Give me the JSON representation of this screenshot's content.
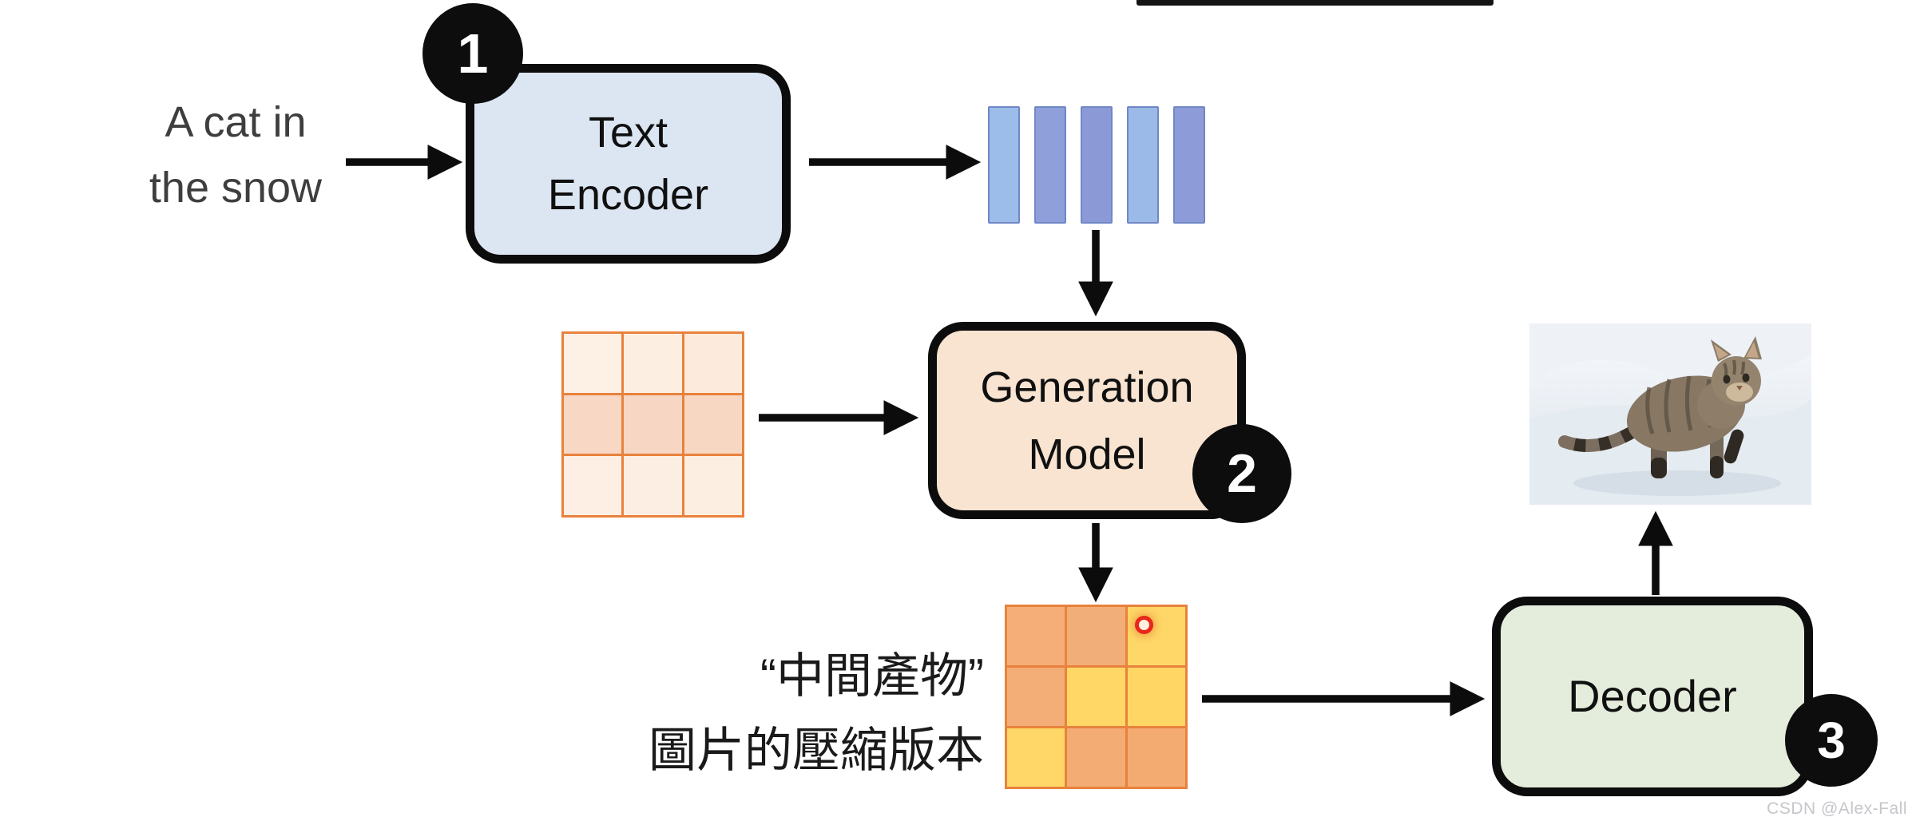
{
  "prompt": {
    "lines": [
      "A cat in",
      "the snow"
    ]
  },
  "steps": {
    "one": {
      "badge": "1",
      "label_lines": [
        "Text",
        "Encoder"
      ]
    },
    "two": {
      "badge": "2",
      "label_lines": [
        "Generation",
        "Model"
      ]
    },
    "three": {
      "badge": "3",
      "label": "Decoder"
    }
  },
  "embedding": {
    "bar_count": 5,
    "bar_colors": [
      "#9cbde9",
      "#8e9fda",
      "#8b9ad7",
      "#9bbae7",
      "#8d9cd8"
    ],
    "bar_border": "#7087c6"
  },
  "noise_grid": {
    "rows": 3,
    "cols": 3,
    "line_color": "#e8823c",
    "cells": [
      [
        "#fdf0e5",
        "#fdeee2",
        "#fcebdd"
      ],
      [
        "#f8d8c4",
        "#f7d7c3",
        "#f8d7c2"
      ],
      [
        "#fdefe4",
        "#fdeee3",
        "#fdeee2"
      ]
    ]
  },
  "latent_grid": {
    "rows": 3,
    "cols": 3,
    "line_color": "#e8823c",
    "cells": [
      [
        "#f5ae78",
        "#f2ae79",
        "#ffd768"
      ],
      [
        "#f3ad77",
        "#ffd766",
        "#ffd664"
      ],
      [
        "#ffd768",
        "#f2ac74",
        "#f3ab72"
      ]
    ],
    "marker_color": "#e8261a"
  },
  "caption": {
    "line1": "“中間產物”",
    "line2": "圖片的壓縮版本"
  },
  "watermark": "CSDN @Alex-Fall",
  "colors": {
    "text_encoder_fill": "#dce6f2",
    "generation_model_fill": "#f9e3d1",
    "decoder_fill": "#e4ecdb",
    "box_border": "#0c0c0c",
    "badge_fill": "#0d0d0d",
    "badge_text": "#ffffff",
    "arrow": "#0c0c0c",
    "prompt_text": "#3e3e3e",
    "grid_line": "#e8823c"
  }
}
